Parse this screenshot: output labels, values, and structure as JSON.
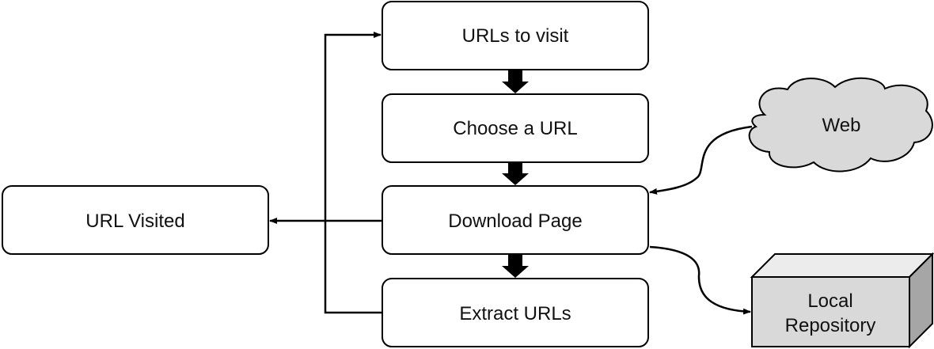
{
  "diagram": {
    "nodes": {
      "urls_to_visit": "URLs to visit",
      "choose_url": "Choose a URL",
      "download_page": "Download Page",
      "extract_urls": "Extract URLs",
      "url_visited": "URL Visited",
      "web": "Web",
      "local_repository_line1": "Local",
      "local_repository_line2": "Repository"
    },
    "colors": {
      "stroke": "#000000",
      "box_fill": "#ffffff",
      "cloud_fill": "#d9d9d9",
      "cube_front": "#d9d9d9",
      "cube_top": "#ececec",
      "cube_side": "#a6a6a6"
    }
  }
}
